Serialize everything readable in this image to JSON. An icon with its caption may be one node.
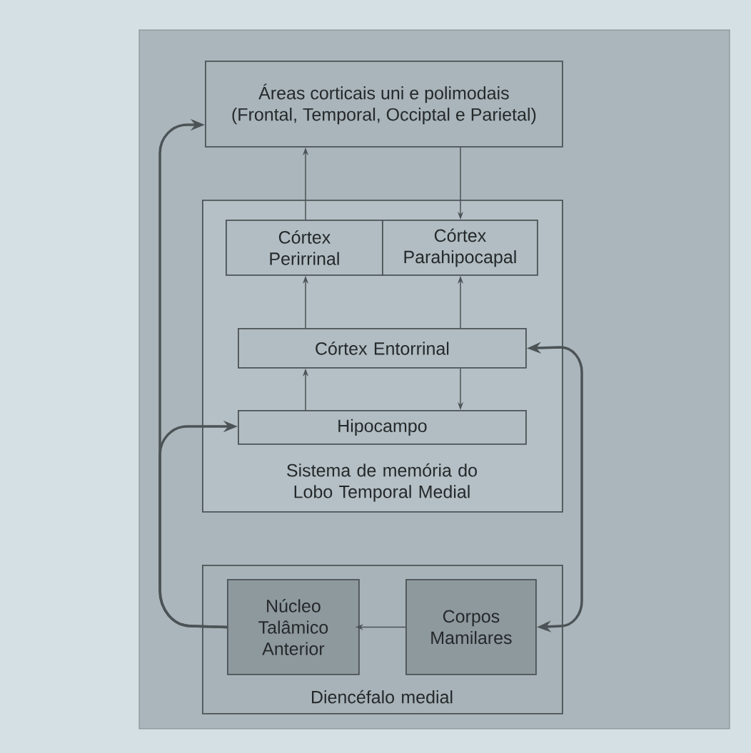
{
  "diagram": {
    "nodes": [
      {
        "text": [
          "Áreas corticais uni e polimodais",
          "(Frontal, Temporal, Occiptal e Parietal)"
        ]
      },
      {
        "text": [
          "Sistema de memória do Lobo Temporal Medial"
        ]
      },
      {
        "text": [
          "Córtex Perirrinal"
        ],
        "in": 1
      },
      {
        "text": [
          "Córtex Parahipocapal"
        ],
        "in": 1
      },
      {
        "text": [
          "Córtex Entorrinal"
        ],
        "in": 1
      },
      {
        "text": [
          "Hipocampo"
        ],
        "in": 1
      },
      {
        "text": [
          "Diencéfalo medial"
        ]
      },
      {
        "text": [
          "Núcleo Talâmico Anterior"
        ],
        "in": 6
      },
      {
        "text": [
          "Corpos Mamilares"
        ],
        "in": 6
      }
    ],
    "edges": [
      {
        "from": 2,
        "to": 0,
        "arrow": "to"
      },
      {
        "from": 0,
        "to": 3,
        "arrow": "to"
      },
      {
        "from": 4,
        "to": 2,
        "arrow": "to"
      },
      {
        "from": 4,
        "to": 3,
        "arrow": "to"
      },
      {
        "from": 5,
        "to": 4,
        "arrow": "to"
      },
      {
        "from": 4,
        "to": 5,
        "arrow": "to"
      },
      {
        "from": 8,
        "to": 7,
        "arrow": "to"
      },
      {
        "from": 7,
        "to": 0,
        "arrow": "to",
        "style": "thick"
      },
      {
        "from": 7,
        "to": 5,
        "arrow": "to",
        "style": "thick"
      },
      {
        "from": 4,
        "to": 8,
        "arrow": "both",
        "style": "thick"
      }
    ]
  }
}
